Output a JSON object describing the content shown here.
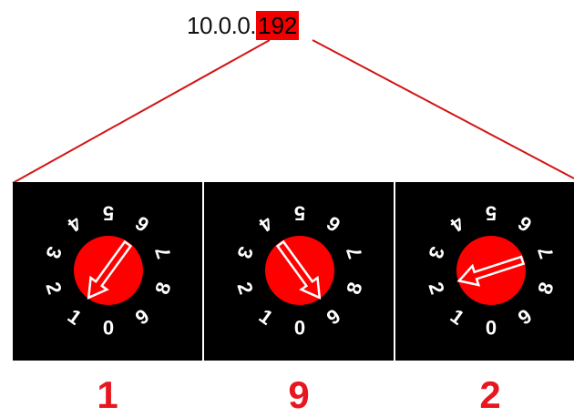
{
  "ip_address": {
    "prefix": "10.0.0.",
    "highlighted_octet": "192",
    "highlight_color": "#f00000"
  },
  "connector_color": "#d21414",
  "dial_face_color": "#ff0000",
  "dial_numbers": [
    "0",
    "1",
    "2",
    "3",
    "4",
    "5",
    "6",
    "7",
    "8",
    "9"
  ],
  "switches": [
    {
      "digit": "1",
      "pointer_value": 1
    },
    {
      "digit": "9",
      "pointer_value": 9
    },
    {
      "digit": "2",
      "pointer_value": 2
    }
  ]
}
